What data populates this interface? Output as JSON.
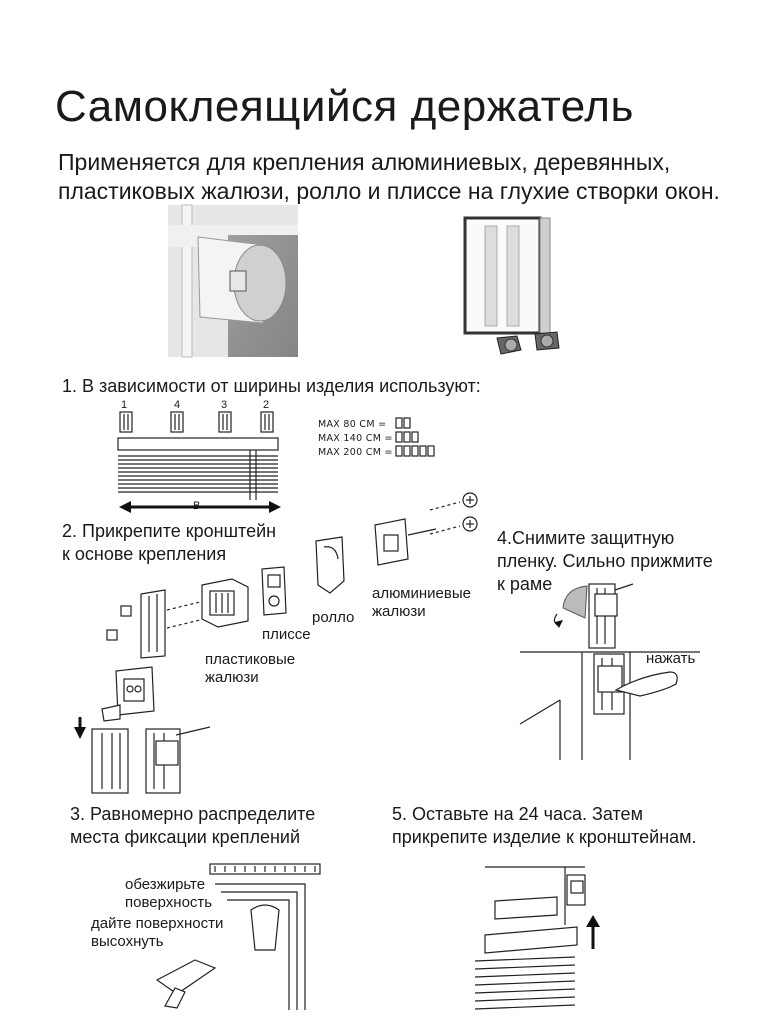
{
  "title": "Самоклеящийся держатель",
  "subtitle": "Применяется для крепления алюминиевых, деревянных, пластиковых жалюзи, ролло и плиссе на глухие створки окон.",
  "steps": {
    "step1": "1. В зависимости от ширины изделия используют:",
    "step2_line1": "2. Прикрепите кронштейн",
    "step2_line2": "к основе крепления",
    "step3_line1": "3. Равномерно распределите",
    "step3_line2": "места фиксации креплений",
    "step4_line1": "4.Снимите защитную",
    "step4_line2": "пленку. Сильно прижмите",
    "step4_line3": "к раме",
    "step5_line1": "5. Оставьте на 24 часа. Затем",
    "step5_line2": "прикрепите изделие к кронштейнам."
  },
  "diagram1": {
    "numbers": [
      "1",
      "4",
      "3",
      "2"
    ],
    "width_label": "B",
    "max_lines": [
      "MAX  80 CM =",
      "MAX 140 CM =",
      "MAX 200 CM ="
    ]
  },
  "labels": {
    "pleated": "плиссе",
    "roller": "ролло",
    "aluminum_line1": "алюминиевые",
    "aluminum_line2": "жалюзи",
    "plastic_line1": "пластиковые",
    "plastic_line2": "жалюзи",
    "press": "нажать",
    "degrease_line1": "обезжирьте",
    "degrease_line2": "поверхность",
    "dry_line1": "дайте поверхности",
    "dry_line2": "высохнуть"
  }
}
